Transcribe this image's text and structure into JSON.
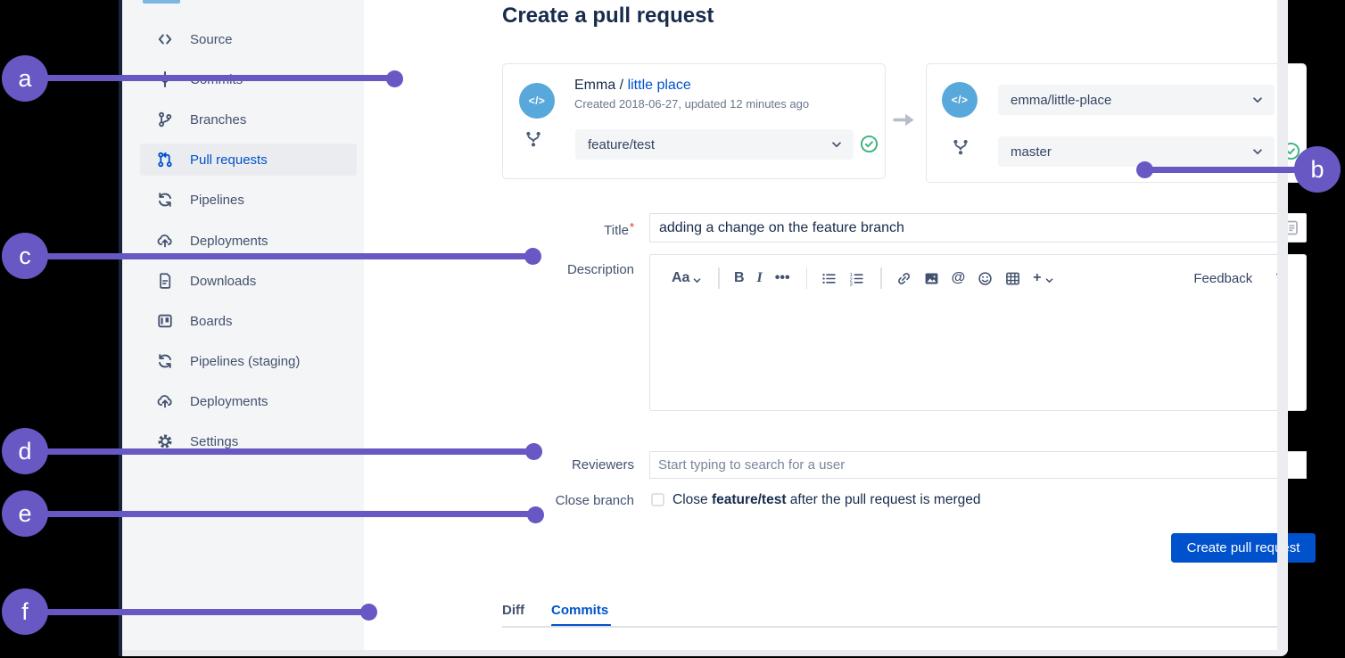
{
  "colors": {
    "accent_purple": "#6758C4",
    "link_blue": "#0052CC",
    "button_blue": "#0052CC",
    "success_green": "#36B37E",
    "heading": "#172B4D"
  },
  "page_title": "Create a pull request",
  "sidebar": {
    "items": [
      {
        "label": "Source",
        "icon": "code-icon",
        "selected": false
      },
      {
        "label": "Commits",
        "icon": "commit-icon",
        "selected": false
      },
      {
        "label": "Branches",
        "icon": "branch-icon",
        "selected": false
      },
      {
        "label": "Pull requests",
        "icon": "pull-request-icon",
        "selected": true
      },
      {
        "label": "Pipelines",
        "icon": "pipelines-icon",
        "selected": false
      },
      {
        "label": "Deployments",
        "icon": "deployments-icon",
        "selected": false
      },
      {
        "label": "Downloads",
        "icon": "downloads-icon",
        "selected": false
      },
      {
        "label": "Boards",
        "icon": "boards-icon",
        "selected": false
      },
      {
        "label": "Pipelines (staging)",
        "icon": "pipelines-icon",
        "selected": false
      },
      {
        "label": "Deployments",
        "icon": "deployments-icon",
        "selected": false
      },
      {
        "label": "Settings",
        "icon": "settings-icon",
        "selected": false
      }
    ]
  },
  "source_card": {
    "avatar_glyph": "</>",
    "owner": "Emma / ",
    "repo_link": "little place",
    "meta": "Created 2018-06-27, updated 12 minutes ago",
    "branch_value": "feature/test"
  },
  "destination_card": {
    "avatar_glyph": "</>",
    "repo_value": "emma/little-place",
    "branch_value": "master"
  },
  "form": {
    "title_label": "Title",
    "required_marker": "*",
    "title_value": "adding a change on the feature branch",
    "description_label": "Description",
    "reviewers_label": "Reviewers",
    "reviewers_placeholder": "Start typing to search for a user",
    "close_branch_label": "Close branch",
    "close_prefix": "Close ",
    "close_branch_name": "feature/test",
    "close_suffix": " after the pull request is merged",
    "submit_label": "Create pull request"
  },
  "editor": {
    "toolbar": [
      {
        "id": "text-style",
        "label": "Aa",
        "chevron": true
      },
      {
        "id": "divider"
      },
      {
        "id": "bold",
        "label": "B"
      },
      {
        "id": "italic",
        "label": "I"
      },
      {
        "id": "more",
        "label": "•••"
      },
      {
        "id": "divider"
      },
      {
        "id": "bullet-list"
      },
      {
        "id": "numbered-list"
      },
      {
        "id": "divider"
      },
      {
        "id": "link"
      },
      {
        "id": "image"
      },
      {
        "id": "mention",
        "label": "@"
      },
      {
        "id": "emoji"
      },
      {
        "id": "table"
      },
      {
        "id": "insert",
        "label": "+",
        "chevron": true
      }
    ],
    "feedback_label": "Feedback",
    "help_label": "?"
  },
  "tabs": {
    "items": [
      {
        "label": "Diff",
        "active": false
      },
      {
        "label": "Commits",
        "active": true
      }
    ]
  },
  "annotations": {
    "items": [
      {
        "label": "a"
      },
      {
        "label": "b"
      },
      {
        "label": "c"
      },
      {
        "label": "d"
      },
      {
        "label": "e"
      },
      {
        "label": "f"
      }
    ]
  }
}
